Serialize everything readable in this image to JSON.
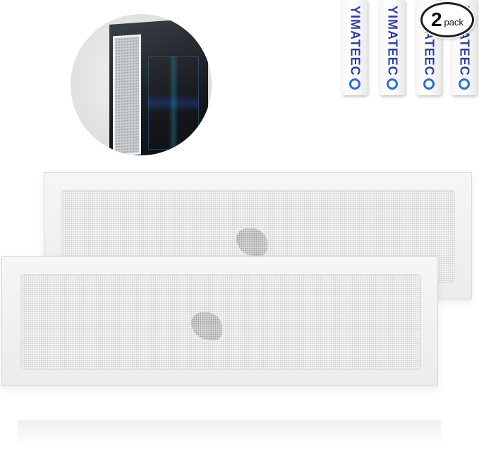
{
  "strips": [
    {
      "text": "YIMATEEC"
    },
    {
      "text": "YIMATEEC"
    },
    {
      "text": "YIMATEEC"
    },
    {
      "text": "YIMATEEC"
    }
  ],
  "badge": {
    "number": "2",
    "word": "pack"
  },
  "colors": {
    "brand_blue": "#2d3e9e",
    "logo_blue": "#2d6fd0",
    "frame_white": "#f2f2f2"
  },
  "icons": {
    "strip_logo": "brand-g-logo-icon",
    "panel_logo": "brand-elephant-logo-icon"
  }
}
